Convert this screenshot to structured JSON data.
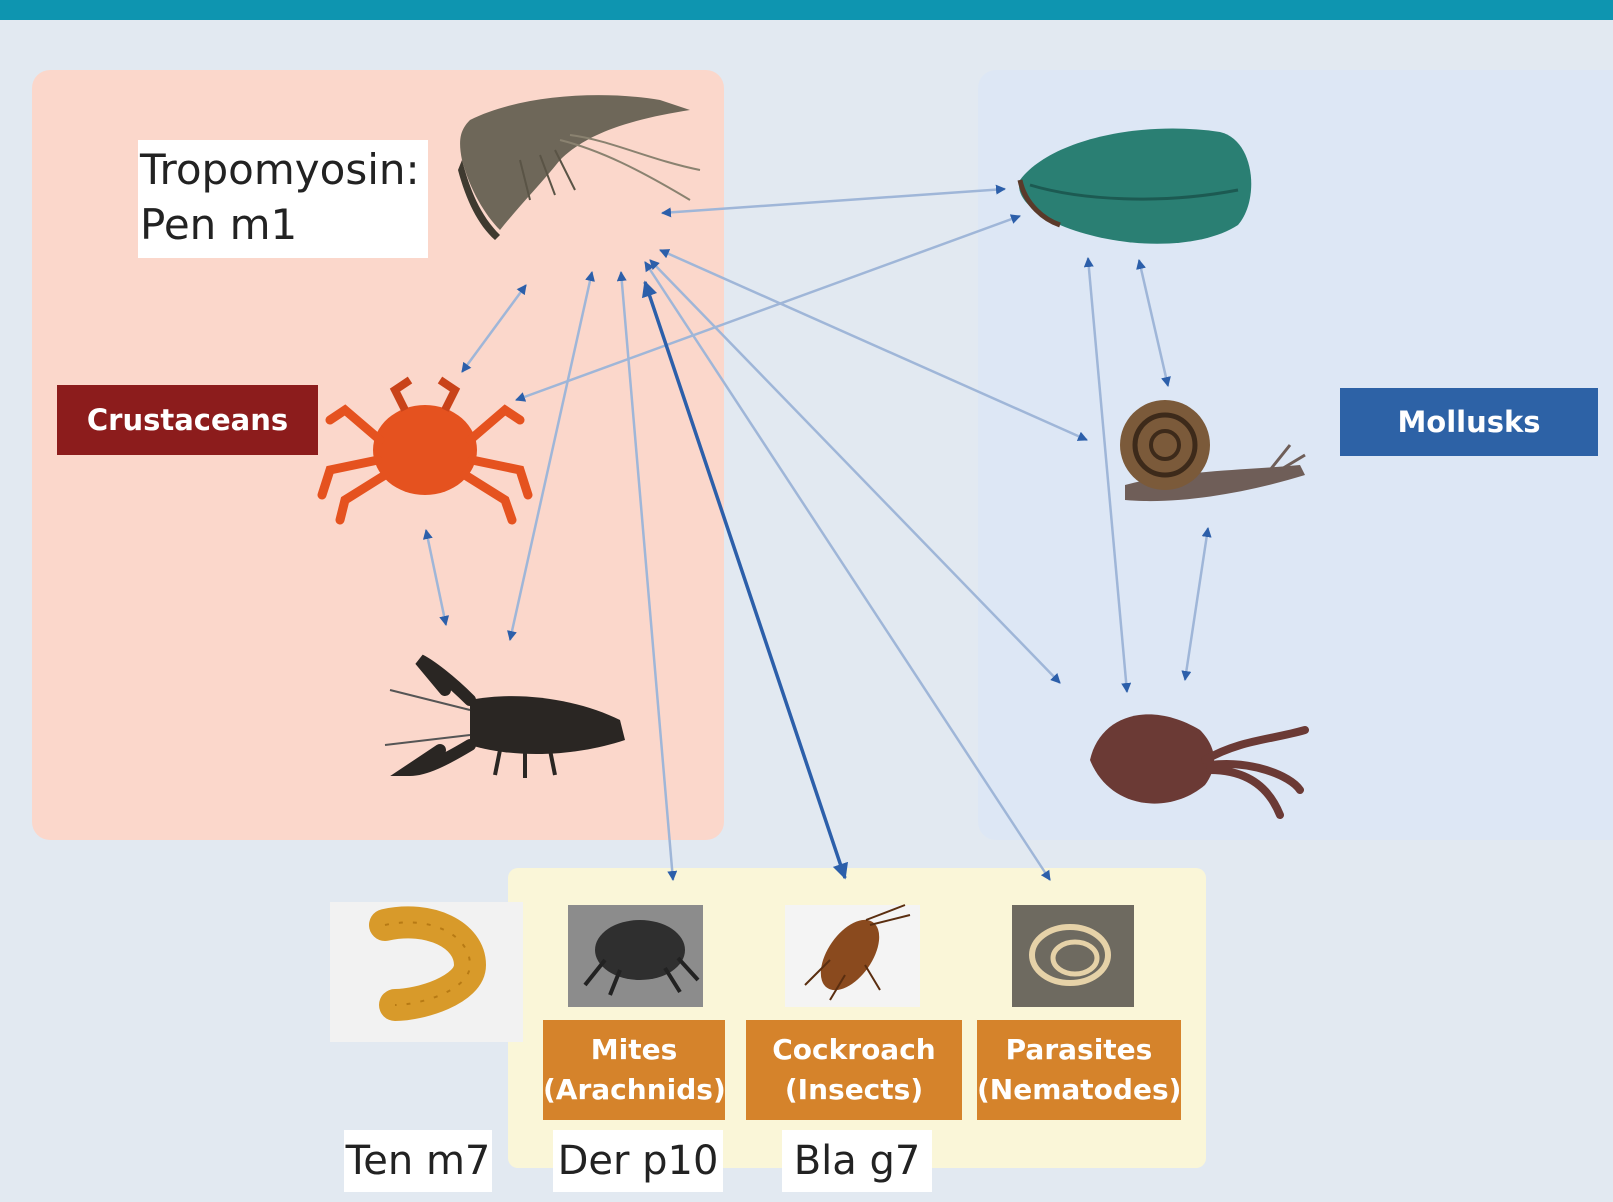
{
  "allergen": {
    "title": "Tropomyosin:",
    "name": "Pen m1"
  },
  "groups": {
    "crustaceans": "Crustaceans",
    "mollusks": "Mollusks"
  },
  "categories": [
    {
      "line1": "Mites",
      "line2": "(Arachnids)"
    },
    {
      "line1": "Cockroach",
      "line2": "(Insects)"
    },
    {
      "line1": "Parasites",
      "line2": "(Nematodes)"
    }
  ],
  "codes": {
    "ten": "Ten m7",
    "der": "Der p10",
    "bla": "Bla g7"
  },
  "colors": {
    "topbar": "#0e95b0",
    "crustaceans_bg": "#fbd7cb",
    "mollusks_bg": "#dde7f5",
    "invertebrates_bg": "#faf6d8",
    "crustaceans_label": "#8c1c1c",
    "mollusks_label": "#2d62a6",
    "category_label": "#d5832b",
    "arrow": "#2c5faa"
  },
  "icons": [
    "shrimp-icon",
    "crab-icon",
    "lobster-icon",
    "mussel-icon",
    "snail-icon",
    "squid-icon",
    "mealworm-icon",
    "mite-icon",
    "cockroach-icon",
    "nematode-icon"
  ]
}
